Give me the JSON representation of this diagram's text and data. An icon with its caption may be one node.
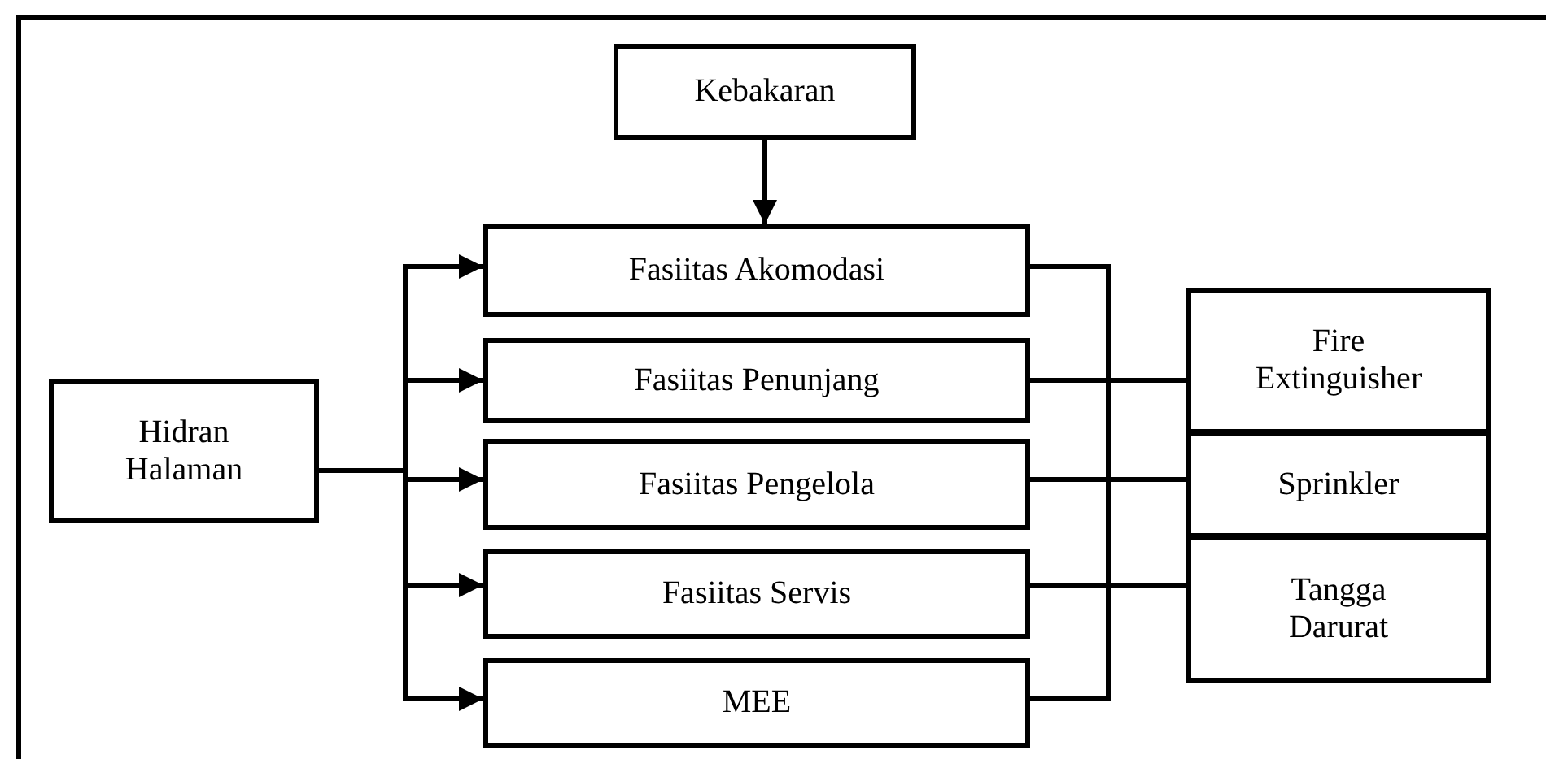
{
  "diagram": {
    "nodes": [
      {
        "text": [
          "Kebakaran"
        ]
      },
      {
        "text": [
          "Hidran Halaman"
        ]
      },
      {
        "text": [
          "Fasiitas Akomodasi"
        ]
      },
      {
        "text": [
          "Fasiitas Penunjang"
        ]
      },
      {
        "text": [
          "Fasiitas Pengelola"
        ]
      },
      {
        "text": [
          "Fasiitas Servis"
        ]
      },
      {
        "text": [
          "MEE"
        ]
      },
      {
        "text": [
          "Fire Extinguisher"
        ]
      },
      {
        "text": [
          "Sprinkler"
        ]
      },
      {
        "text": [
          "Tangga Darurat"
        ]
      }
    ],
    "edges": [
      {
        "from": 0,
        "to": 2,
        "arrow": "to"
      },
      {
        "from": 1,
        "to": 2,
        "arrow": "to"
      },
      {
        "from": 1,
        "to": 3,
        "arrow": "to"
      },
      {
        "from": 1,
        "to": 4,
        "arrow": "to"
      },
      {
        "from": 1,
        "to": 5,
        "arrow": "to"
      },
      {
        "from": 1,
        "to": 6,
        "arrow": "to"
      },
      {
        "from": 2,
        "to": 7,
        "arrow": "none"
      },
      {
        "from": 2,
        "to": 8,
        "arrow": "none"
      },
      {
        "from": 2,
        "to": 9,
        "arrow": "none"
      },
      {
        "from": 3,
        "to": 7,
        "arrow": "none"
      },
      {
        "from": 3,
        "to": 8,
        "arrow": "none"
      },
      {
        "from": 3,
        "to": 9,
        "arrow": "none"
      },
      {
        "from": 4,
        "to": 7,
        "arrow": "none"
      },
      {
        "from": 4,
        "to": 8,
        "arrow": "none"
      },
      {
        "from": 4,
        "to": 9,
        "arrow": "none"
      },
      {
        "from": 5,
        "to": 7,
        "arrow": "none"
      },
      {
        "from": 5,
        "to": 8,
        "arrow": "none"
      },
      {
        "from": 5,
        "to": 9,
        "arrow": "none"
      },
      {
        "from": 6,
        "to": 7,
        "arrow": "none"
      },
      {
        "from": 6,
        "to": 8,
        "arrow": "none"
      },
      {
        "from": 6,
        "to": 9,
        "arrow": "none"
      }
    ]
  }
}
